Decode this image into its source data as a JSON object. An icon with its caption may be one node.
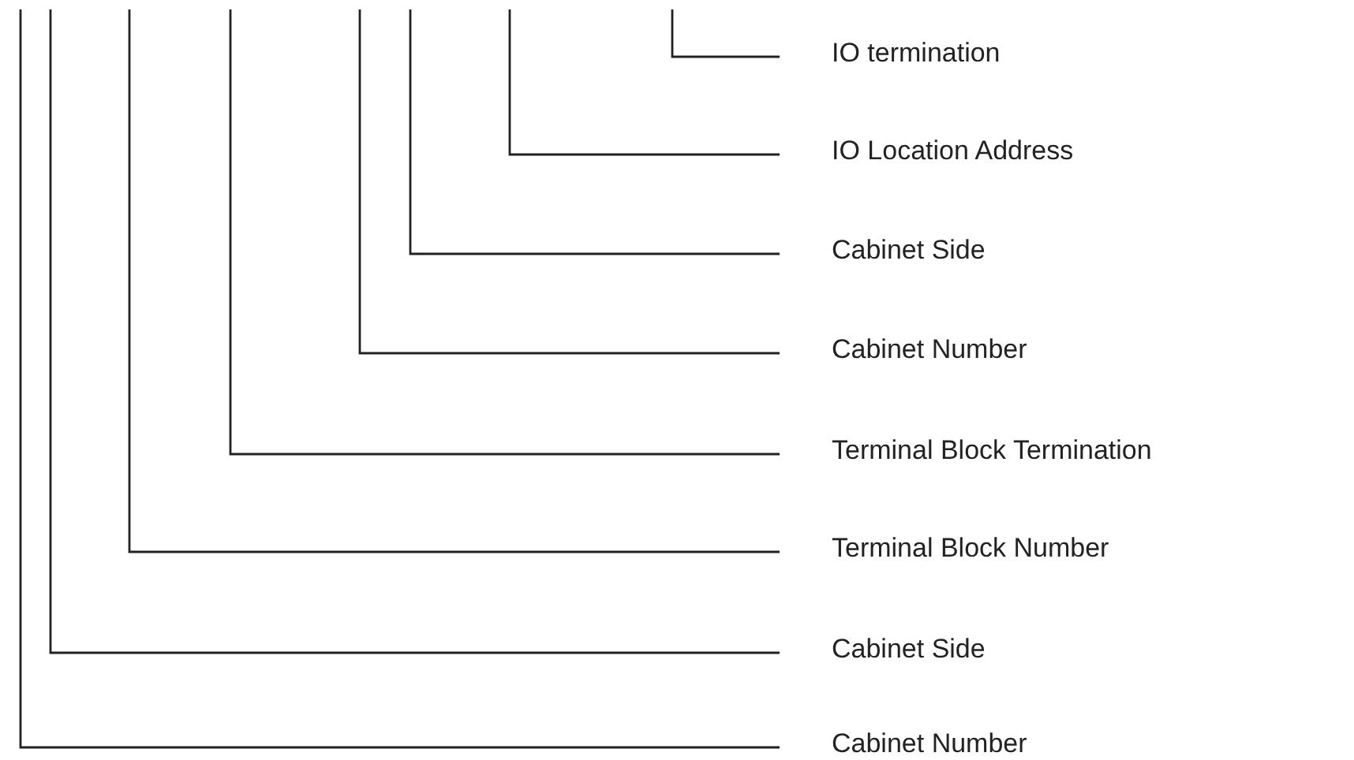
{
  "diagram": {
    "nodes": [
      {
        "text": [
          "IO termination"
        ]
      },
      {
        "text": [
          "IO Location Address"
        ]
      },
      {
        "text": [
          "Cabinet Side"
        ]
      },
      {
        "text": [
          "Cabinet Number"
        ]
      },
      {
        "text": [
          "Terminal Block Termination"
        ]
      },
      {
        "text": [
          "Terminal Block Number"
        ]
      },
      {
        "text": [
          "Cabinet Side"
        ]
      },
      {
        "text": [
          "Cabinet Number"
        ]
      }
    ],
    "edges": [
      {
        "from": 0,
        "to": null,
        "arrow": "none"
      },
      {
        "from": 1,
        "to": null,
        "arrow": "none"
      },
      {
        "from": 2,
        "to": null,
        "arrow": "none"
      },
      {
        "from": 3,
        "to": null,
        "arrow": "none"
      },
      {
        "from": 4,
        "to": null,
        "arrow": "none"
      },
      {
        "from": 5,
        "to": null,
        "arrow": "none"
      },
      {
        "from": 6,
        "to": null,
        "arrow": "none"
      },
      {
        "from": 7,
        "to": null,
        "arrow": "none"
      }
    ]
  }
}
